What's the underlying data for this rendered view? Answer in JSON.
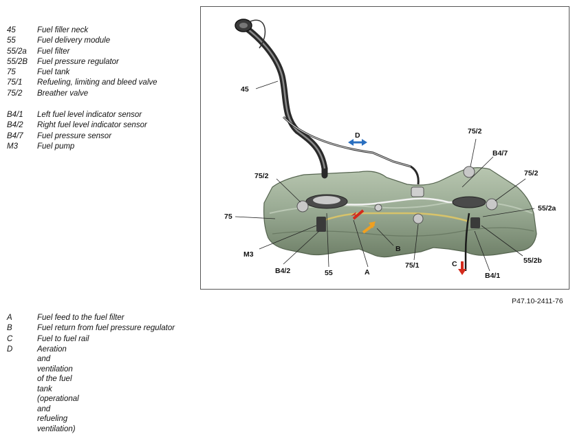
{
  "legend_parts": [
    {
      "code": "45",
      "desc": "Fuel filler neck"
    },
    {
      "code": "55",
      "desc": "Fuel delivery module"
    },
    {
      "code": "55/2a",
      "desc": "Fuel filter"
    },
    {
      "code": "55/2B",
      "desc": "Fuel pressure regulator"
    },
    {
      "code": "75",
      "desc": "Fuel tank"
    },
    {
      "code": "75/1",
      "desc": "Refueling, limiting and bleed valve"
    },
    {
      "code": "75/2",
      "desc": "Breather valve"
    }
  ],
  "legend_sensors": [
    {
      "code": "B4/1",
      "desc": "Left fuel level indicator sensor"
    },
    {
      "code": "B4/2",
      "desc": "Right fuel level indicator sensor"
    },
    {
      "code": "B4/7",
      "desc": "Fuel pressure sensor"
    },
    {
      "code": "M3",
      "desc": "Fuel pump"
    }
  ],
  "legend_flows": [
    {
      "code": "A",
      "desc": "Fuel feed to the fuel filter"
    },
    {
      "code": "B",
      "desc": "Fuel return from fuel pressure regulator"
    },
    {
      "code": "C",
      "desc": "Fuel to fuel rail"
    },
    {
      "code": "D",
      "desc": "Aeration and ventilation of the fuel tank\n(operational and refueling ventilation)"
    }
  ],
  "diagram": {
    "callouts": {
      "c45": "45",
      "c75_2_top": "75/2",
      "cB4_7": "B4/7",
      "c75_2_left": "75/2",
      "c75_2_right": "75/2",
      "c55_2a": "55/2a",
      "c75": "75",
      "cM3": "M3",
      "cB4_2": "B4/2",
      "c55": "55",
      "cA": "A",
      "cB": "B",
      "c75_1": "75/1",
      "cC": "C",
      "cB4_1": "B4/1",
      "c55_2b": "55/2b",
      "cD": "D"
    },
    "colors": {
      "tank": "#9bac95",
      "tank_dark": "#6f8068",
      "line": "#2a2a2a",
      "arrow_red": "#d42a1c",
      "arrow_orange": "#f0a020",
      "arrow_blue": "#2a6fc0"
    }
  },
  "figure_code": "P47.10-2411-76"
}
